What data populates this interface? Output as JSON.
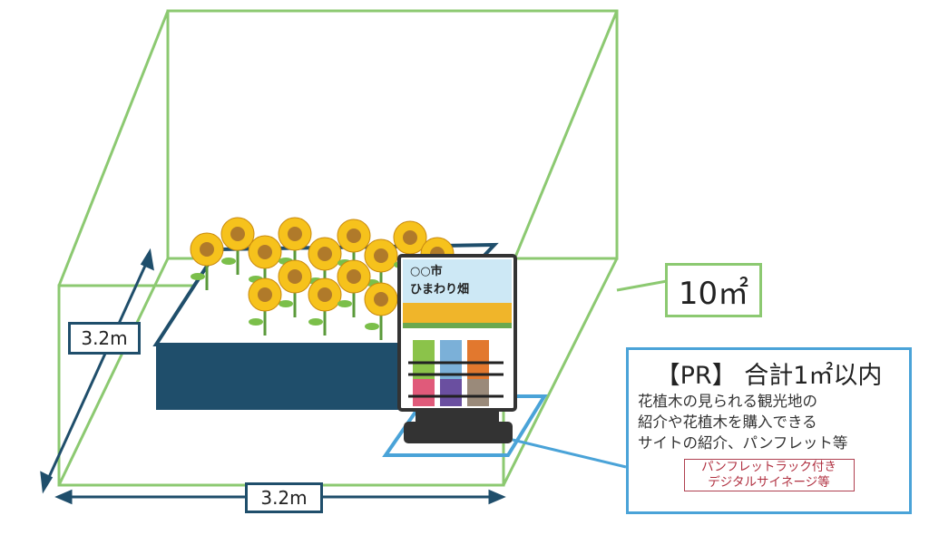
{
  "dimensions": {
    "depth_label": "3.2m",
    "width_label": "3.2m"
  },
  "area_label": "10㎡",
  "sign": {
    "line1": "○○市",
    "line2": "ひまわり畑"
  },
  "pr_box": {
    "heading": "【PR】 合計1㎡以内",
    "description": [
      "花植木の見られる観光地の",
      "紹介や花植木を購入できる",
      "サイトの紹介、パンフレット等"
    ],
    "note": [
      "パンフレットラック付き",
      "デジタルサイネージ等"
    ]
  },
  "colors": {
    "space_outline": "#8cc971",
    "pr_outline": "#4aa3d8",
    "planter": "#1f4e6b",
    "dimension": "#1f4e6b",
    "note": "#b03040"
  }
}
